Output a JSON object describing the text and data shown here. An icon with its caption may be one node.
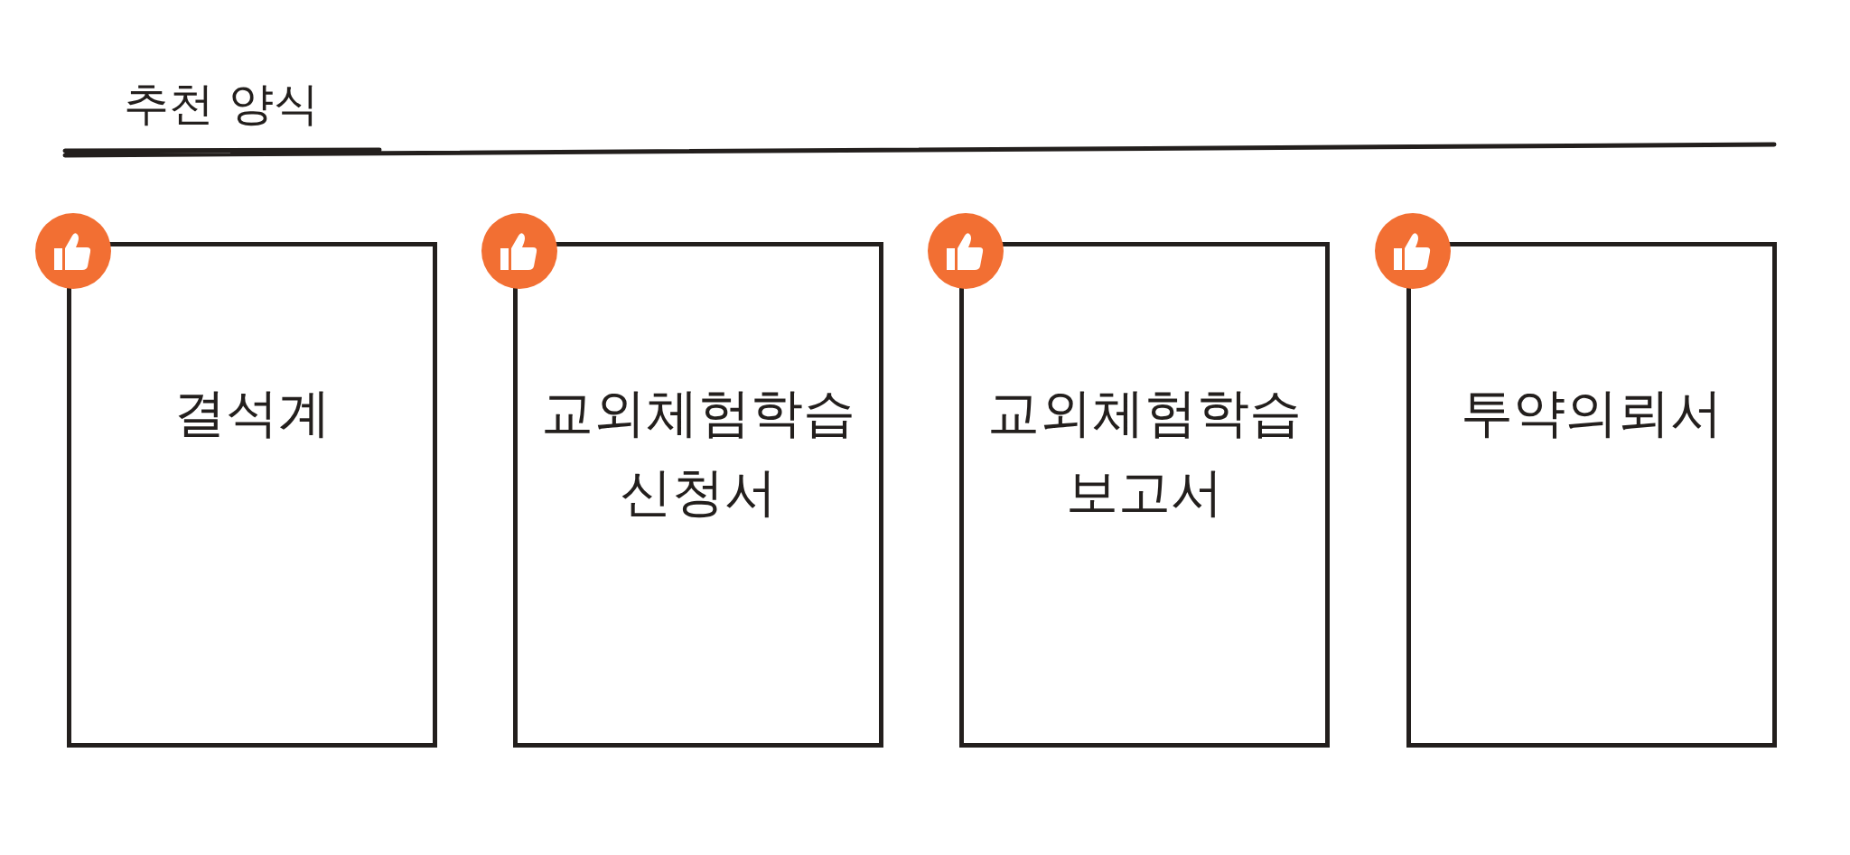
{
  "diagram": {
    "title": "추천 양식",
    "nodes": [
      {
        "text": [
          "결석계"
        ]
      },
      {
        "text": [
          "교외체험학습 신청서"
        ]
      },
      {
        "text": [
          "교외체험학습 보고서"
        ]
      },
      {
        "text": [
          "투약의뢰서"
        ]
      }
    ]
  }
}
